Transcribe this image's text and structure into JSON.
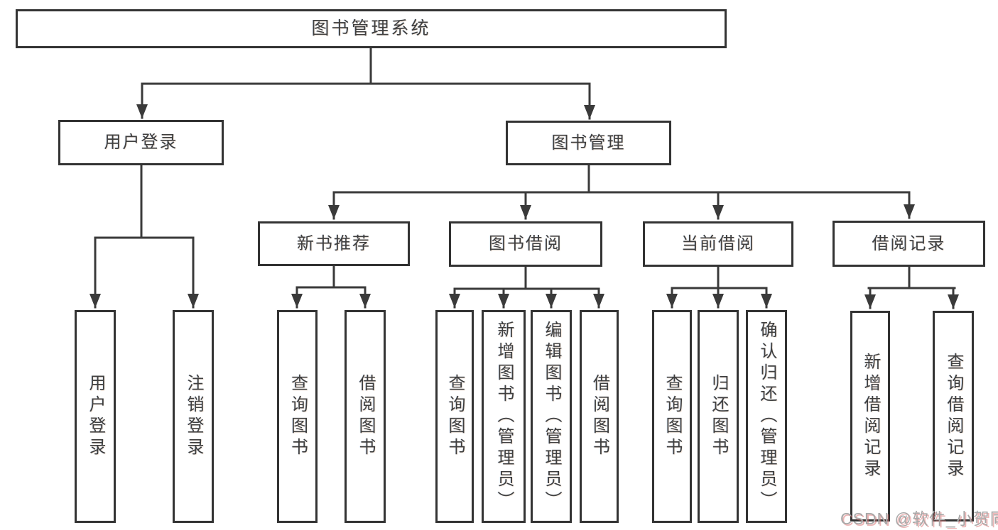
{
  "diagram": {
    "root": {
      "label": "图书管理系统",
      "children": [
        {
          "label": "用户登录",
          "children": [
            {
              "label": "用户登录"
            },
            {
              "label": "注销登录"
            }
          ]
        },
        {
          "label": "图书管理",
          "children": [
            {
              "label": "新书推荐",
              "children": [
                {
                  "label": "查询图书"
                },
                {
                  "label": "借阅图书"
                }
              ]
            },
            {
              "label": "图书借阅",
              "children": [
                {
                  "label": "查询图书"
                },
                {
                  "label": "新增图书（管理员）"
                },
                {
                  "label": "编辑图书（管理员）"
                },
                {
                  "label": "借阅图书"
                }
              ]
            },
            {
              "label": "当前借阅",
              "children": [
                {
                  "label": "查询图书"
                },
                {
                  "label": "归还图书"
                },
                {
                  "label": "确认归还（管理员）"
                }
              ]
            },
            {
              "label": "借阅记录",
              "children": [
                {
                  "label": "新增借阅记录"
                },
                {
                  "label": "查询借阅记录"
                }
              ]
            }
          ]
        }
      ]
    }
  },
  "watermark": {
    "text": "CSDN @软件_小贺同学"
  },
  "colors": {
    "line": "#3a3a3a",
    "box_border": "#333333",
    "text": "#3f3f3f",
    "background": "#ffffff",
    "watermark_gray": "#a8a8a8",
    "watermark_accent": "#d96c6c"
  }
}
